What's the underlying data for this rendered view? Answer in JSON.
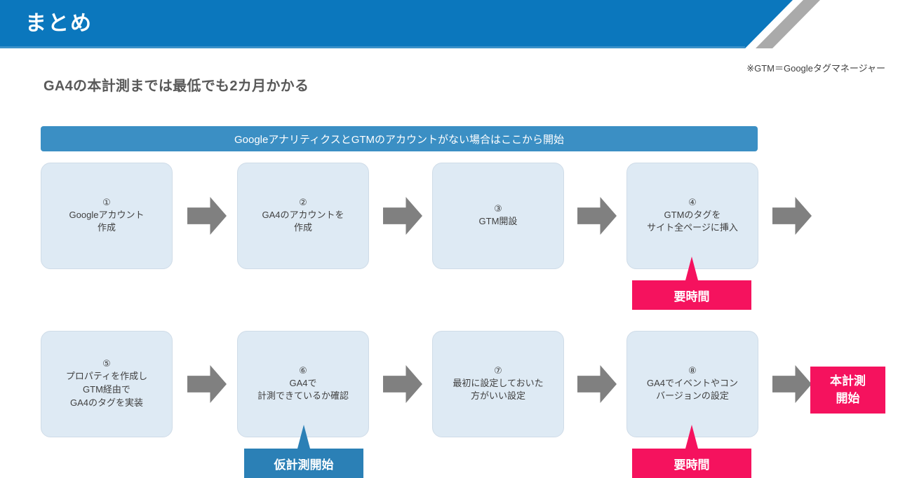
{
  "header": {
    "title": "まとめ",
    "bar_color": "#0b77bd",
    "stripe_color": "#aaaaaa"
  },
  "note": "※GTM＝Googleタグマネージャー",
  "heading": "GA4の本計測までは最低でも2カ月かかる",
  "start_bar": {
    "label": "GoogleアナリティクスとGTMのアカウントがない場合はここから開始",
    "color": "#3b8fc4"
  },
  "colors": {
    "step_fill": "#deeaf4",
    "step_border": "#cfdce8",
    "arrow": "#808080",
    "pink": "#f5125e",
    "blue": "#2b80b6"
  },
  "flow": {
    "row1": [
      {
        "num": "①",
        "label": "Googleアカウント\n作成"
      },
      {
        "num": "②",
        "label": "GA4のアカウントを\n作成"
      },
      {
        "num": "③",
        "label": "GTM開設"
      },
      {
        "num": "④",
        "label": "GTMのタグを\nサイト全ページに挿入"
      }
    ],
    "row2": [
      {
        "num": "⑤",
        "label": "プロパティを作成し\nGTM経由で\nGA4のタグを実装"
      },
      {
        "num": "⑥",
        "label": "GA4で\n計測できているか確認"
      },
      {
        "num": "⑦",
        "label": "最初に設定しておいた\n方がいい設定"
      },
      {
        "num": "⑧",
        "label": "GA4でイベントやコン\nバージョンの設定"
      }
    ]
  },
  "callouts": {
    "row1_step4": "要時間",
    "row2_step2": "仮計測開始",
    "row2_step4": "要時間"
  },
  "final_badge": "本計測\n開始"
}
